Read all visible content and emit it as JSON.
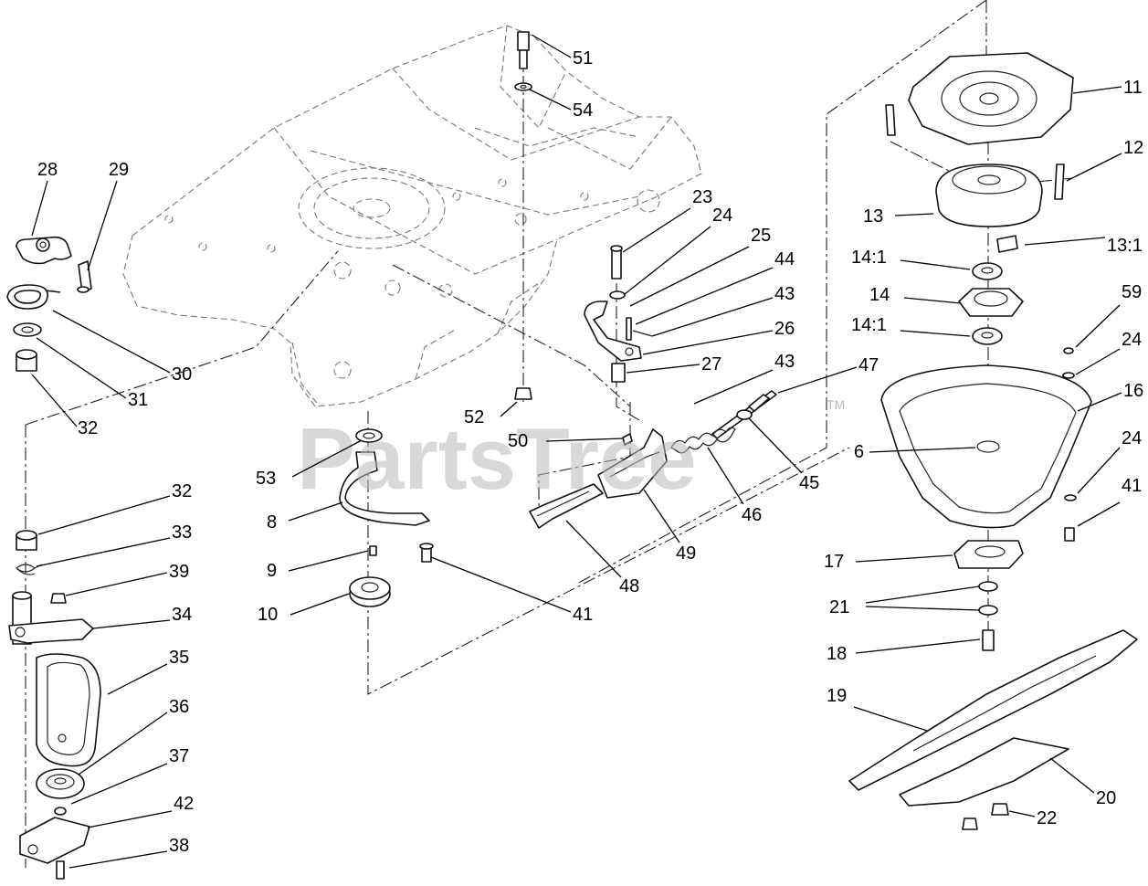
{
  "watermark": {
    "text": "PartsTree",
    "trademark": "TM"
  },
  "callouts": [
    {
      "id": "c51",
      "label": "51"
    },
    {
      "id": "c54",
      "label": "54"
    },
    {
      "id": "c28",
      "label": "28"
    },
    {
      "id": "c29",
      "label": "29"
    },
    {
      "id": "c30",
      "label": "30"
    },
    {
      "id": "c31",
      "label": "31"
    },
    {
      "id": "c32a",
      "label": "32"
    },
    {
      "id": "c23",
      "label": "23"
    },
    {
      "id": "c24a",
      "label": "24"
    },
    {
      "id": "c25",
      "label": "25"
    },
    {
      "id": "c44",
      "label": "44"
    },
    {
      "id": "c43a",
      "label": "43"
    },
    {
      "id": "c26",
      "label": "26"
    },
    {
      "id": "c27",
      "label": "27"
    },
    {
      "id": "c43b",
      "label": "43"
    },
    {
      "id": "c47",
      "label": "47"
    },
    {
      "id": "c52",
      "label": "52"
    },
    {
      "id": "c50",
      "label": "50"
    },
    {
      "id": "c53",
      "label": "53"
    },
    {
      "id": "c45",
      "label": "45"
    },
    {
      "id": "c46",
      "label": "46"
    },
    {
      "id": "c8",
      "label": "8"
    },
    {
      "id": "c49",
      "label": "49"
    },
    {
      "id": "c9",
      "label": "9"
    },
    {
      "id": "c48",
      "label": "48"
    },
    {
      "id": "c10",
      "label": "10"
    },
    {
      "id": "c41a",
      "label": "41"
    },
    {
      "id": "c32b",
      "label": "32"
    },
    {
      "id": "c33",
      "label": "33"
    },
    {
      "id": "c39",
      "label": "39"
    },
    {
      "id": "c34",
      "label": "34"
    },
    {
      "id": "c35",
      "label": "35"
    },
    {
      "id": "c36",
      "label": "36"
    },
    {
      "id": "c37",
      "label": "37"
    },
    {
      "id": "c42",
      "label": "42"
    },
    {
      "id": "c38",
      "label": "38"
    },
    {
      "id": "c11",
      "label": "11"
    },
    {
      "id": "c12",
      "label": "12"
    },
    {
      "id": "c13",
      "label": "13"
    },
    {
      "id": "c13_1",
      "label": "13:1"
    },
    {
      "id": "c14_1a",
      "label": "14:1"
    },
    {
      "id": "c14",
      "label": "14"
    },
    {
      "id": "c14_1b",
      "label": "14:1"
    },
    {
      "id": "c59",
      "label": "59"
    },
    {
      "id": "c24b",
      "label": "24"
    },
    {
      "id": "c16",
      "label": "16"
    },
    {
      "id": "c6",
      "label": "6"
    },
    {
      "id": "c24c",
      "label": "24"
    },
    {
      "id": "c41b",
      "label": "41"
    },
    {
      "id": "c17",
      "label": "17"
    },
    {
      "id": "c21",
      "label": "21"
    },
    {
      "id": "c18",
      "label": "18"
    },
    {
      "id": "c19",
      "label": "19"
    },
    {
      "id": "c20",
      "label": "20"
    },
    {
      "id": "c22",
      "label": "22"
    }
  ]
}
